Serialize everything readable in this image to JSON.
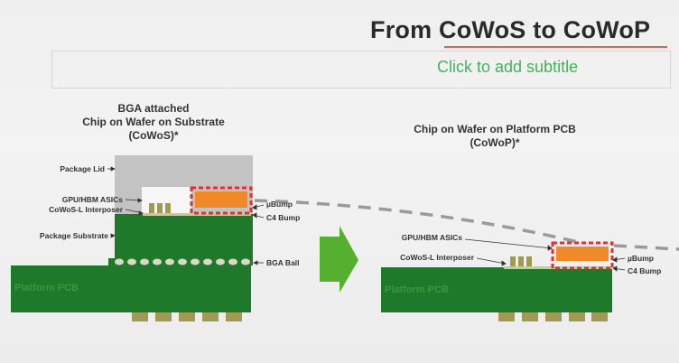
{
  "slide": {
    "title": "From CoWoS to CoWoP",
    "subtitle_placeholder": "Click to add subtitle"
  },
  "left": {
    "heading_line1": "BGA attached",
    "heading_line2": "Chip on Wafer on Substrate",
    "heading_line3": "(CoWoS)*",
    "labels": {
      "package_lid": "Package Lid",
      "gpu_hbm": "GPU/HBM ASICs",
      "interposer": "CoWoS-L Interposer",
      "substrate": "Package Substrate",
      "ubump": "µBump",
      "c4": "C4 Bump",
      "bga": "BGA Ball",
      "pcb": "Platform PCB"
    }
  },
  "right": {
    "heading_line1": "Chip on Wafer on Platform PCB",
    "heading_line2": "(CoWoP)*",
    "labels": {
      "gpu_hbm": "GPU/HBM ASICs",
      "interposer": "CoWoS-L Interposer",
      "ubump": "µBump",
      "c4": "C4 Bump",
      "pcb": "Platform PCB"
    }
  },
  "colors": {
    "pcb_green": "#1e7a2a",
    "chip_orange": "#f08a28",
    "highlight_red": "#e03030",
    "arrow_green": "#55b030",
    "lid_gray": "#c3c3c3",
    "title_text": "#2a2a2a",
    "subtitle_text": "#45b25a"
  }
}
